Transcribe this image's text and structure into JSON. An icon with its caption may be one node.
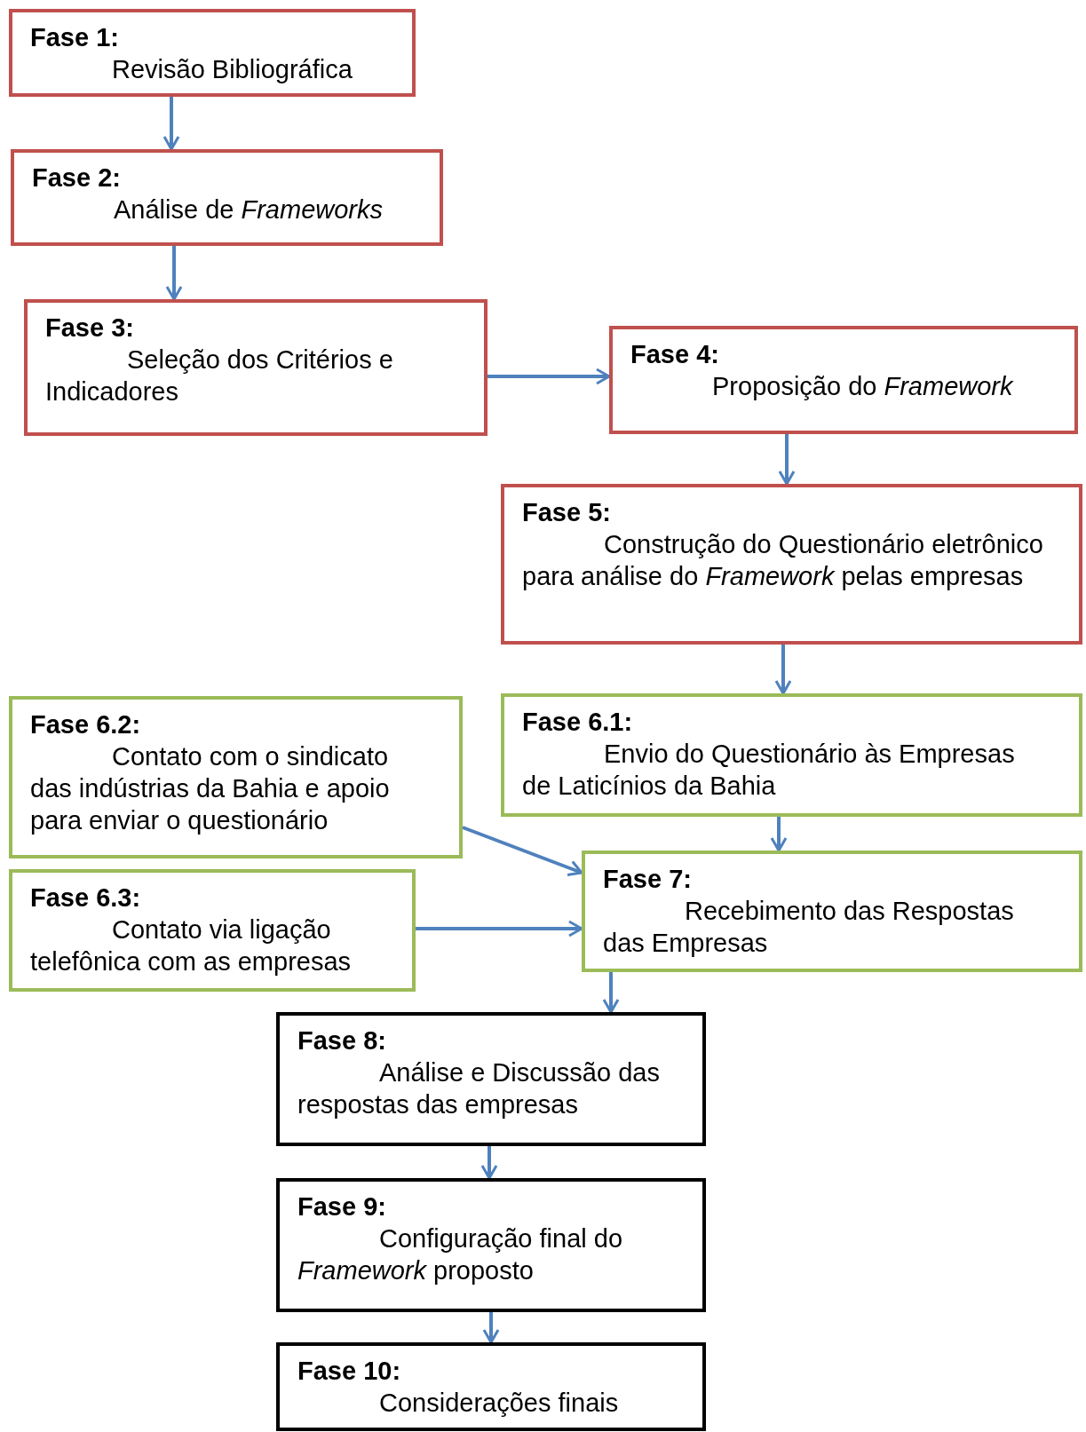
{
  "diagram": {
    "nodes": [
      {
        "text": [
          "Fase 1:",
          "Revisão Bibliográfica"
        ]
      },
      {
        "text": [
          "Fase 2:",
          "Análise de *Frameworks*"
        ]
      },
      {
        "text": [
          "Fase 3:",
          "Seleção dos Critérios e Indicadores"
        ]
      },
      {
        "text": [
          "Fase 4:",
          "Proposição do *Framework*"
        ]
      },
      {
        "text": [
          "Fase 5:",
          "Construção do Questionário eletrônico para análise do *Framework* pelas empresas"
        ]
      },
      {
        "text": [
          "Fase 6.2:",
          "Contato com o sindicato das indústrias da Bahia e apoio para enviar o questionário"
        ]
      },
      {
        "text": [
          "Fase 6.1:",
          "Envio do Questionário às Empresas de Laticínios da Bahia"
        ]
      },
      {
        "text": [
          "Fase 6.3:",
          "Contato via ligação telefônica com as empresas"
        ]
      },
      {
        "text": [
          "Fase 7:",
          "Recebimento das Respostas das Empresas"
        ]
      },
      {
        "text": [
          "Fase 8:",
          "Análise e Discussão das respostas das empresas"
        ]
      },
      {
        "text": [
          "Fase 9:",
          "Configuração final do *Framework* proposto"
        ]
      },
      {
        "text": [
          "Fase 10:",
          "Considerações finais"
        ]
      }
    ],
    "edges": [
      {
        "from": 0,
        "to": 1,
        "arrow": "to"
      },
      {
        "from": 1,
        "to": 2,
        "arrow": "to"
      },
      {
        "from": 2,
        "to": 3,
        "arrow": "to"
      },
      {
        "from": 3,
        "to": 4,
        "arrow": "to"
      },
      {
        "from": 4,
        "to": 6,
        "arrow": "to"
      },
      {
        "from": 6,
        "to": 8,
        "arrow": "to"
      },
      {
        "from": 5,
        "to": 8,
        "arrow": "to"
      },
      {
        "from": 7,
        "to": 8,
        "arrow": "to"
      },
      {
        "from": 8,
        "to": 9,
        "arrow": "to"
      },
      {
        "from": 9,
        "to": 10,
        "arrow": "to"
      },
      {
        "from": 10,
        "to": 11,
        "arrow": "to"
      }
    ]
  }
}
